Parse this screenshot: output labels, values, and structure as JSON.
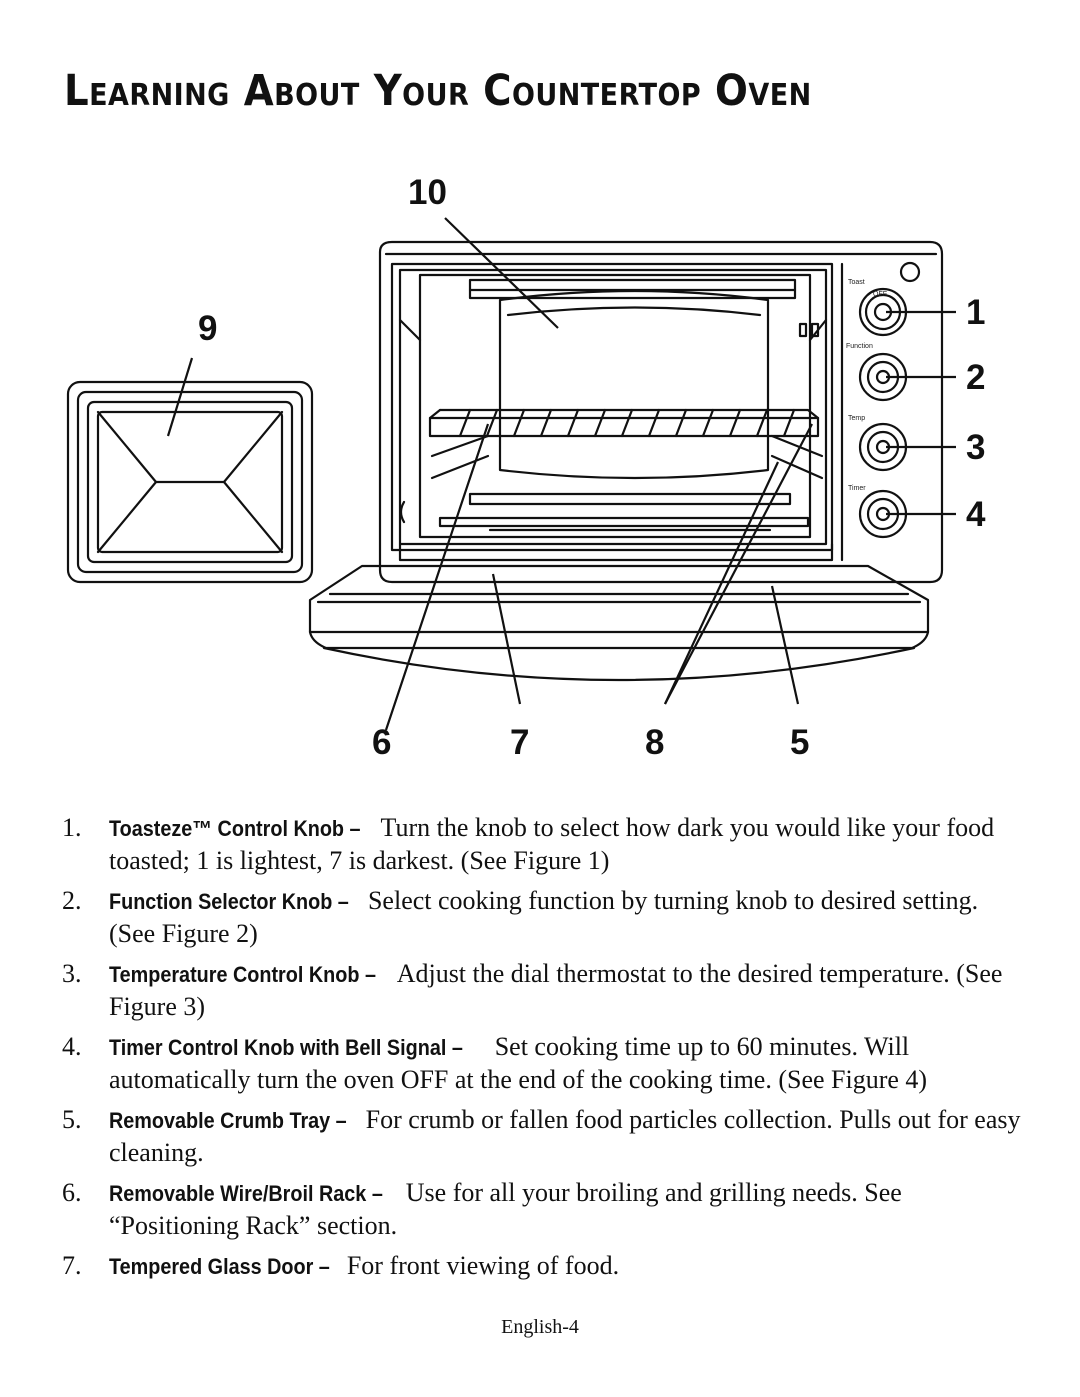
{
  "page": {
    "title": "Learning About Your Countertop Oven",
    "footer": "English-4"
  },
  "figure": {
    "callouts": [
      "1",
      "2",
      "3",
      "4",
      "5",
      "6",
      "7",
      "8",
      "9",
      "10"
    ],
    "panel_labels": {
      "toast": "Toast",
      "function": "Function",
      "temp": "Temp",
      "timer": "Timer",
      "toast_off": "OFF"
    }
  },
  "parts": [
    {
      "num": "1.",
      "name": "Toasteze™ Control Knob –",
      "desc": " Turn the knob to select how dark you would like your food toasted; 1 is lightest, 7 is darkest. (See Figure 1)"
    },
    {
      "num": "2.",
      "name": "Function Selector Knob –",
      "desc": " Select cooking function by turning knob to desired setting. (See Figure 2)"
    },
    {
      "num": "3.",
      "name": "Temperature Control Knob –",
      "desc": " Adjust the dial thermostat to the desired temperature. (See Figure 3)"
    },
    {
      "num": "4.",
      "name": "Timer Control Knob with Bell Signal –",
      "desc": " Set cooking time up to 60 minutes. Will automatically turn the oven OFF at the end of the cooking time. (See Figure 4)"
    },
    {
      "num": "5.",
      "name": "Removable Crumb Tray –",
      "desc": " For crumb or fallen food particles collection. Pulls out for easy cleaning."
    },
    {
      "num": "6.",
      "name": "Removable Wire/Broil Rack –",
      "desc": " Use for all your broiling and grilling needs. See “Positioning Rack” section."
    },
    {
      "num": "7.",
      "name": "Tempered Glass Door –",
      "desc": " For front viewing of food."
    }
  ]
}
